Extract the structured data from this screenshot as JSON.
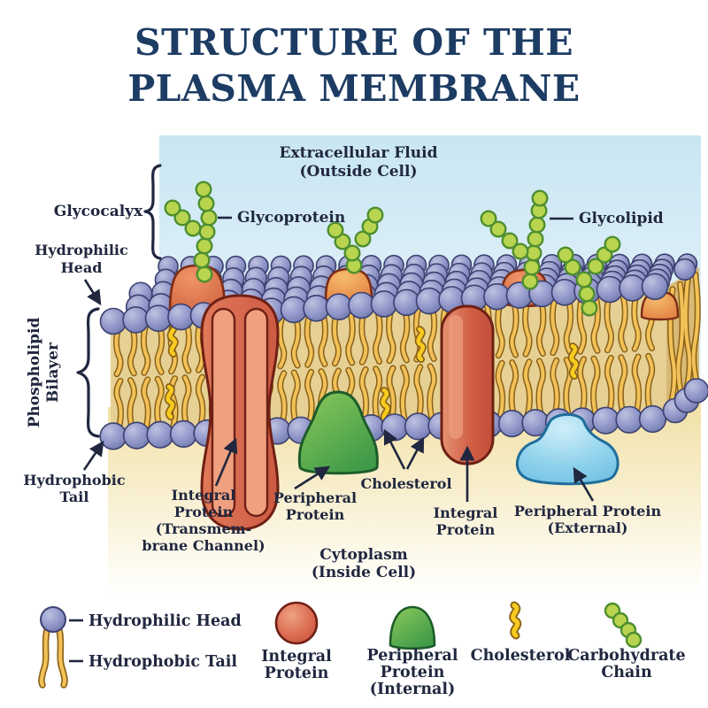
{
  "title": {
    "line1": "STRUCTURE OF THE",
    "line2": "PLASMA MEMBRANE"
  },
  "diagram_labels": {
    "extracellular": {
      "line1": "Extracellular Fluid",
      "line2": "(Outside Cell)"
    },
    "glycocalyx": "Glycocalyx",
    "glycoprotein": "Glycoprotein",
    "glycolipid": "Glycolipid",
    "hydrophilic_head": {
      "line1": "Hydrophilic",
      "line2": "Head"
    },
    "phospholipid_bilayer": {
      "line1": "Phospholipid",
      "line2": "Bilayer"
    },
    "hydrophobic_tail": {
      "line1": "Hydrophobic",
      "line2": "Tail"
    },
    "integral_protein_channel": {
      "line1": "Integral",
      "line2": "Protein",
      "line3": "(Transmem-",
      "line4": "brane Channel)"
    },
    "peripheral_protein_internal": {
      "line1": "Peripheral",
      "line2": "Protein"
    },
    "cholesterol": "Cholesterol",
    "integral_protein": {
      "line1": "Integral",
      "line2": "Protein"
    },
    "peripheral_protein_external": {
      "line1": "Peripheral Protein",
      "line2": "(External)"
    },
    "cytoplasm": {
      "line1": "Cytoplasm",
      "line2": "(Inside Cell)"
    }
  },
  "legend": {
    "hydrophilic_head": "Hydrophilic Head",
    "hydrophobic_tail": "Hydrophobic Tail",
    "integral_protein": {
      "line1": "Integral",
      "line2": "Protein"
    },
    "peripheral_protein_internal": {
      "line1": "Peripheral",
      "line2": "Protein",
      "line3": "(Internal)"
    },
    "cholesterol": "Cholesterol",
    "carbohydrate_chain": {
      "line1": "Carbohydrate",
      "line2": "Chain"
    }
  },
  "colors": {
    "title_navy": "#1d3c63",
    "label_ink": "#20273f",
    "extracellular_blue": "#cde9f3",
    "cytoplasm_yellow": "#f2e3a8",
    "lipid_head_purple": "#9096c8",
    "lipid_tail_gold": "#f2c158",
    "integral_protein_red": "#d4654e",
    "peripheral_protein_green": "#4aa84e",
    "peripheral_protein_blue": "#8fd2ec",
    "cholesterol_yellow": "#f8cb1f",
    "carbohydrate_green": "#b9d44f"
  }
}
